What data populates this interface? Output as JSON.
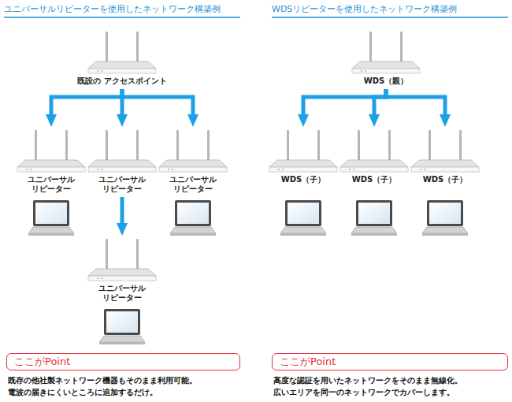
{
  "diagram": {
    "nodes": [
      {
        "text": [
          "既設の アクセスポイント"
        ]
      },
      {
        "text": [
          "ユニバーサル リピーター"
        ]
      },
      {
        "text": [
          "ユニバーサル リピーター"
        ]
      },
      {
        "text": [
          "ユニバーサル リピーター"
        ]
      },
      {
        "text": [
          "ユニバーサル リピーター"
        ]
      },
      {
        "text": [
          "ここがPoint"
        ]
      },
      {
        "text": [
          "WDS（親）"
        ]
      },
      {
        "text": [
          "WDS（子）"
        ]
      },
      {
        "text": [
          "WDS（子）"
        ]
      },
      {
        "text": [
          "WDS（子）"
        ]
      },
      {
        "text": [
          "ここがPoint"
        ]
      }
    ],
    "edges": [
      {
        "from": 0,
        "to": 1,
        "arrow": "to"
      },
      {
        "from": 0,
        "to": 2,
        "arrow": "to"
      },
      {
        "from": 0,
        "to": 3,
        "arrow": "to"
      },
      {
        "from": 2,
        "to": 4,
        "arrow": "to"
      },
      {
        "from": 6,
        "to": 7,
        "arrow": "to"
      },
      {
        "from": 6,
        "to": 8,
        "arrow": "to"
      },
      {
        "from": 6,
        "to": 9,
        "arrow": "to"
      }
    ],
    "labels": [
      "ユニバーサルリピーターを使用したネットワーク構築例",
      "WDSリピーターを使用したネットワーク構築例",
      "既存の他社製ネットワーク機器もそのまま利用可能。",
      "電波の届きにくいところに追加するだけ。",
      "高度な認証を用いたネットワークをそのまま無線化。",
      "広いエリアを同一のネットワークでカバーします。"
    ]
  }
}
